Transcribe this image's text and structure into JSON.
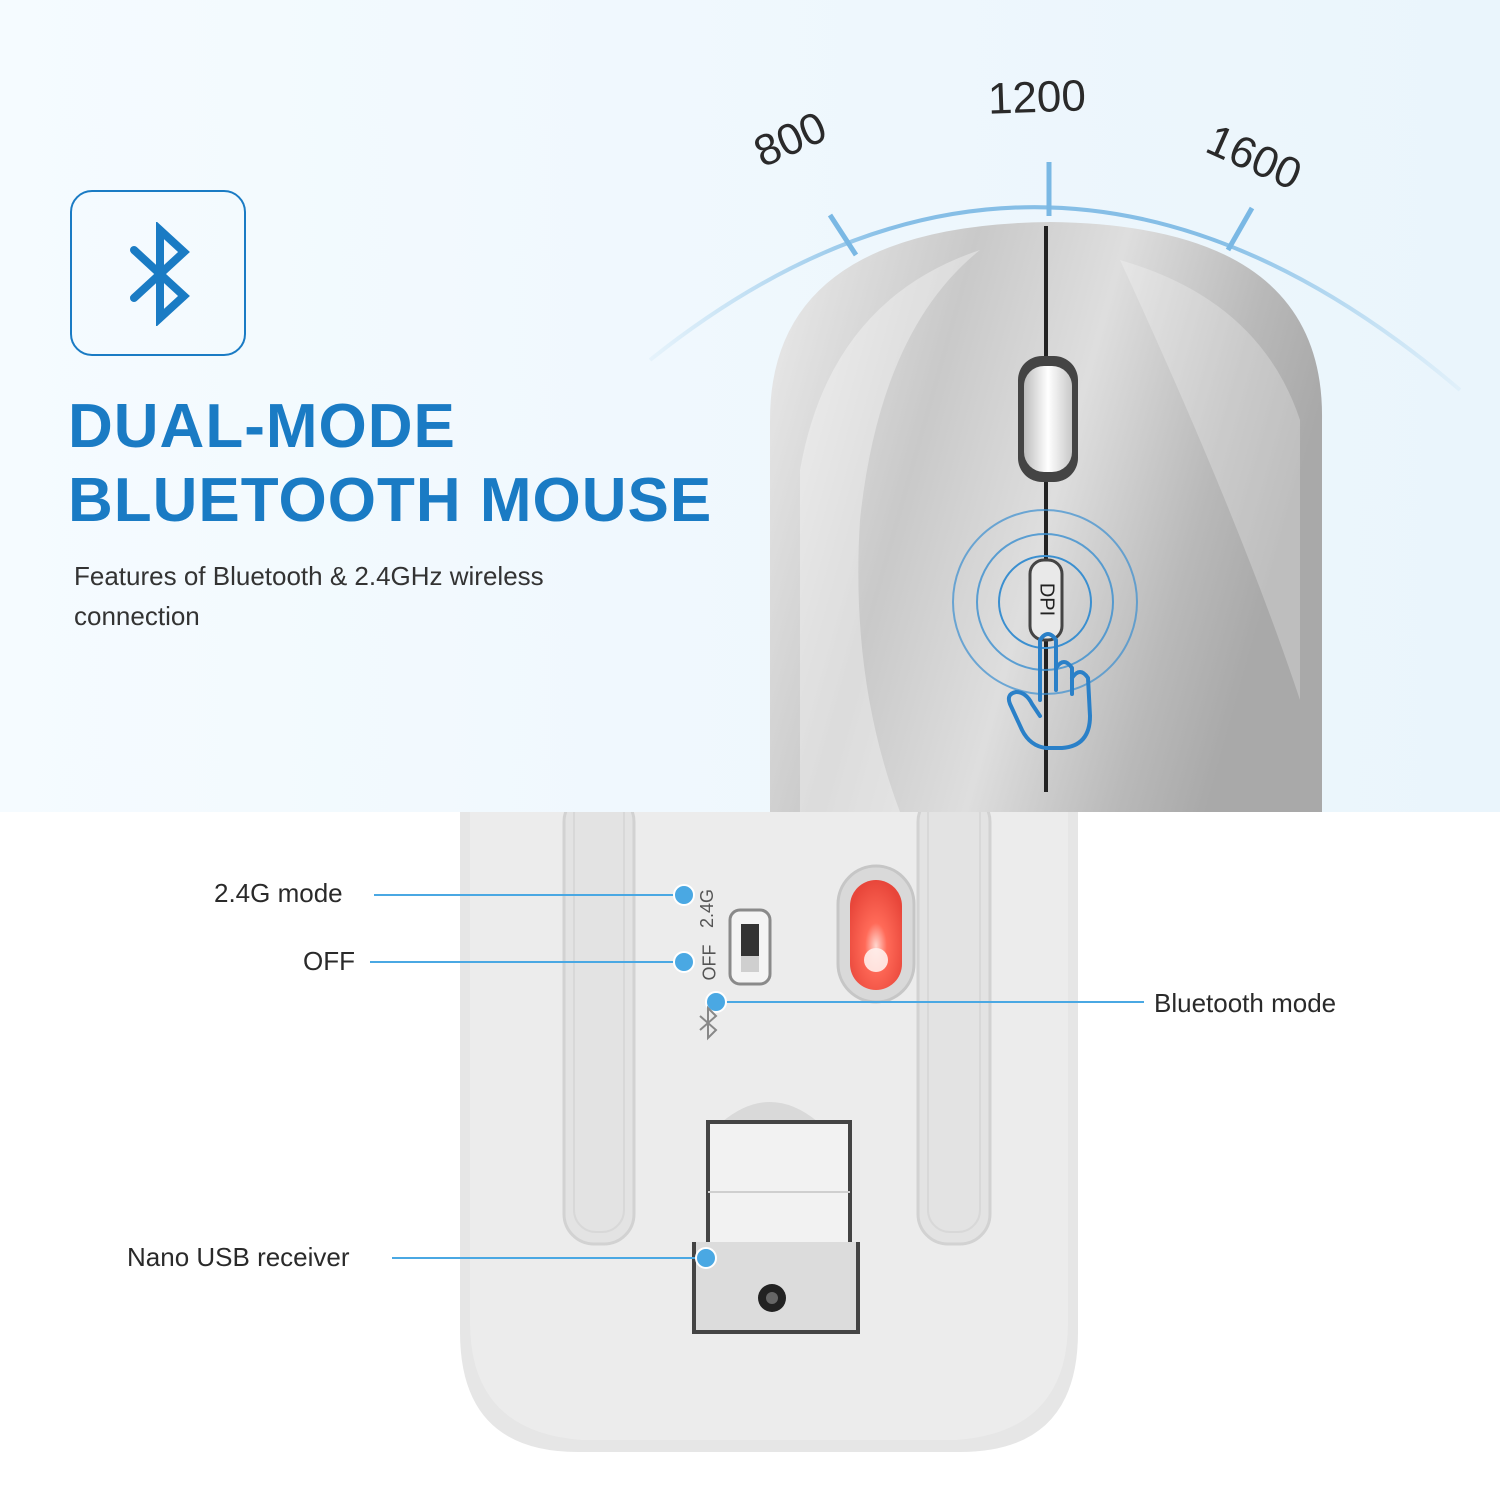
{
  "hero": {
    "headline_line1": "DUAL-MODE",
    "headline_line2": "BLUETOOTH MOUSE",
    "subtitle": "Features of Bluetooth & 2.4GHz wireless connection",
    "icon": "bluetooth-icon"
  },
  "dpi": {
    "levels": [
      "800",
      "1200",
      "1600"
    ],
    "button_label": "DPI"
  },
  "switch": {
    "marking_24g": "2.4G",
    "marking_off": "OFF"
  },
  "callouts": {
    "mode_24g": "2.4G mode",
    "off": "OFF",
    "bluetooth_mode": "Bluetooth mode",
    "receiver": "Nano USB receiver"
  },
  "colors": {
    "accent": "#1a7bc4",
    "callout_dot": "#4aa8e3",
    "sensor_led": "#ff5a4a"
  }
}
